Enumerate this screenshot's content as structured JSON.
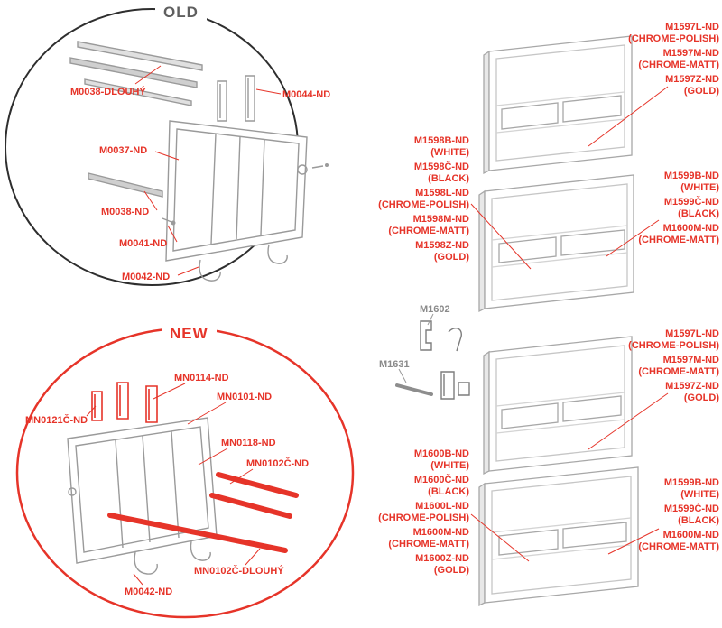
{
  "colors": {
    "red": "#e63429",
    "grey": "#9a9a9a",
    "dark_grey": "#5f5f5f"
  },
  "old": {
    "title": "OLD",
    "labels": {
      "rail_long": "M0038-DLOUHÝ",
      "clip": "M0044-ND",
      "frame": "M0037-ND",
      "rail": "M0038-ND",
      "peg": "M0041-ND",
      "hook": "M0042-ND"
    }
  },
  "new": {
    "title": "NEW",
    "labels": {
      "clip_top": "MN0114-ND",
      "frame": "MN0101-ND",
      "clip_left": "MN0121Č-ND",
      "bracket": "MN0118-ND",
      "rail": "MN0102Č-ND",
      "rail_long": "MN0102Č-DLOUHÝ",
      "hook": "M0042-ND"
    }
  },
  "small_parts": {
    "part1": "M1602",
    "part2": "M1631"
  },
  "plate_groups": [
    {
      "name": "m1598-group",
      "items": [
        {
          "code": "M1598B-ND",
          "finish": "(WHITE)"
        },
        {
          "code": "M1598Č-ND",
          "finish": "(BLACK)"
        },
        {
          "code": "M1598L-ND",
          "finish": "(CHROME-POLISH)"
        },
        {
          "code": "M1598M-ND",
          "finish": "(CHROME-MATT)"
        },
        {
          "code": "M1598Z-ND",
          "finish": "(GOLD)"
        }
      ]
    },
    {
      "name": "m1597-top-group",
      "items": [
        {
          "code": "M1597L-ND",
          "finish": "(CHROME-POLISH)"
        },
        {
          "code": "M1597M-ND",
          "finish": "(CHROME-MATT)"
        },
        {
          "code": "M1597Z-ND",
          "finish": "(GOLD)"
        }
      ]
    },
    {
      "name": "m1599-upper-group",
      "items": [
        {
          "code": "M1599B-ND",
          "finish": "(WHITE)"
        },
        {
          "code": "M1599Č-ND",
          "finish": "(BLACK)"
        },
        {
          "code": "M1600M-ND",
          "finish": "(CHROME-MATT)"
        }
      ]
    },
    {
      "name": "m1600-group",
      "items": [
        {
          "code": "M1600B-ND",
          "finish": "(WHITE)"
        },
        {
          "code": "M1600Č-ND",
          "finish": "(BLACK)"
        },
        {
          "code": "M1600L-ND",
          "finish": "(CHROME-POLISH)"
        },
        {
          "code": "M1600M-ND",
          "finish": "(CHROME-MATT)"
        },
        {
          "code": "M1600Z-ND",
          "finish": "(GOLD)"
        }
      ]
    },
    {
      "name": "m1597-lower-group",
      "items": [
        {
          "code": "M1597L-ND",
          "finish": "(CHROME-POLISH)"
        },
        {
          "code": "M1597M-ND",
          "finish": "(CHROME-MATT)"
        },
        {
          "code": "M1597Z-ND",
          "finish": "(GOLD)"
        }
      ]
    },
    {
      "name": "m1599-lower-group",
      "items": [
        {
          "code": "M1599B-ND",
          "finish": "(WHITE)"
        },
        {
          "code": "M1599Č-ND",
          "finish": "(BLACK)"
        },
        {
          "code": "M1600M-ND",
          "finish": "(CHROME-MATT)"
        }
      ]
    }
  ]
}
